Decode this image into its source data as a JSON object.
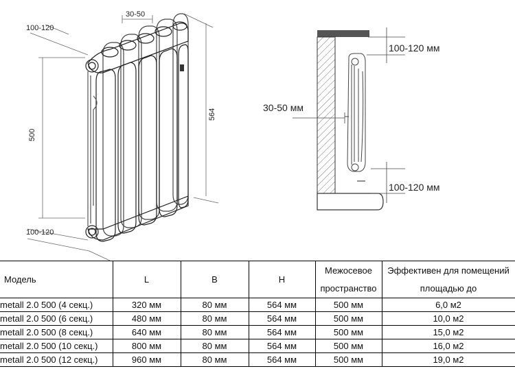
{
  "diagram": {
    "dims": {
      "top_depth": "30-50",
      "top_gap": "100-120",
      "height_left": "500",
      "height_right": "564",
      "bottom_gap": "100-120"
    },
    "side": {
      "wall_gap": "30-50 мм",
      "top_gap": "100-120 мм",
      "floor_gap": "100-120 мм"
    }
  },
  "table": {
    "headers": {
      "model": "Модель",
      "l": "L",
      "b": "B",
      "h": "H",
      "spacing_1": "Межосевое",
      "spacing_2": "пространство",
      "area_1": "Эффективен для помещений",
      "area_2": "площадью до"
    },
    "rows": [
      {
        "model": "metall 2.0 500 (4 секц.)",
        "l": "320 мм",
        "b": "80 мм",
        "h": "564 мм",
        "spacing": "500 мм",
        "area": "6,0 м2"
      },
      {
        "model": "metall 2.0 500 (6 секц.)",
        "l": "480 мм",
        "b": "80 мм",
        "h": "564 мм",
        "spacing": "500 мм",
        "area": "10,0 м2"
      },
      {
        "model": "metall 2.0 500 (8 секц.)",
        "l": "640 мм",
        "b": "80 мм",
        "h": "564 мм",
        "spacing": "500 мм",
        "area": "15,0 м2"
      },
      {
        "model": "metall 2.0 500 (10 секц.)",
        "l": "800 мм",
        "b": "80 мм",
        "h": "564 мм",
        "spacing": "500 мм",
        "area": "16,0 м2"
      },
      {
        "model": "metall 2.0 500 (12 секц.)",
        "l": "960 мм",
        "b": "80 мм",
        "h": "564 мм",
        "spacing": "500 мм",
        "area": "19,0 м2"
      }
    ]
  }
}
